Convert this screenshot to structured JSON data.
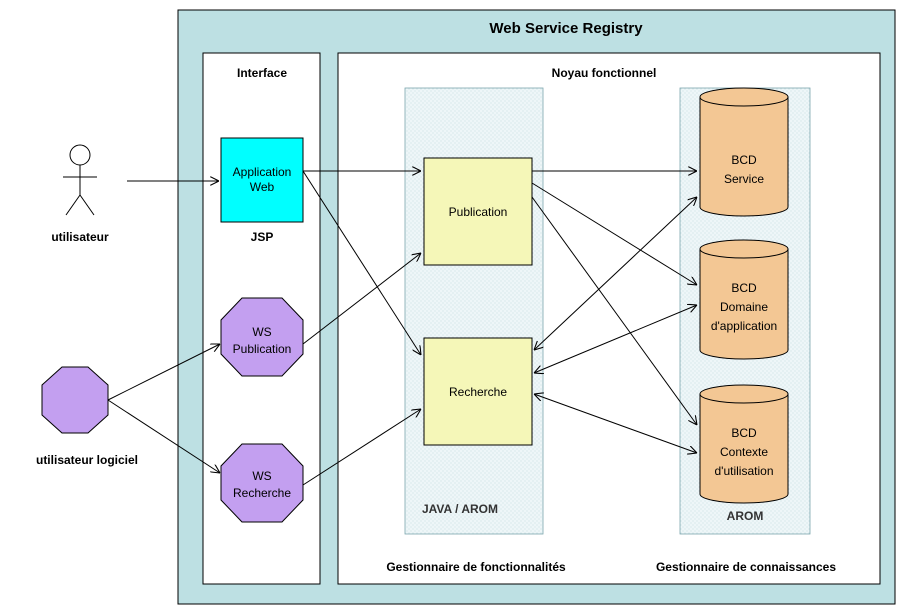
{
  "title": "Web Service Registry",
  "interface": {
    "label": "Interface",
    "app_web_line1": "Application",
    "app_web_line2": "Web",
    "jsp": "JSP",
    "ws_publication_line1": "WS",
    "ws_publication_line2": "Publication",
    "ws_recherche_line1": "WS",
    "ws_recherche_line2": "Recherche"
  },
  "noyau": {
    "label": "Noyau fonctionnel",
    "publication": "Publication",
    "recherche": "Recherche",
    "java_arom": "JAVA / AROM",
    "gestionnaire_fonctionnalites": "Gestionnaire de fonctionnalités",
    "arom": "AROM",
    "gestionnaire_connaissances": "Gestionnaire de connaissances",
    "bcd_service": [
      "BCD",
      "Service"
    ],
    "bcd_domaine": [
      "BCD",
      "Domaine",
      "d'application"
    ],
    "bcd_contexte": [
      "BCD",
      "Contexte",
      "d'utilisation"
    ]
  },
  "actors": {
    "utilisateur": "utilisateur",
    "utilisateur_logiciel": "utilisateur logiciel"
  },
  "colors": {
    "registry_bg": "#bde0e3",
    "app_web": "#00ffff",
    "ws_octagon": "#c39ff0",
    "process_box": "#f5f7b8",
    "database": "#f3c794",
    "column_bg": "#eef6f8"
  }
}
